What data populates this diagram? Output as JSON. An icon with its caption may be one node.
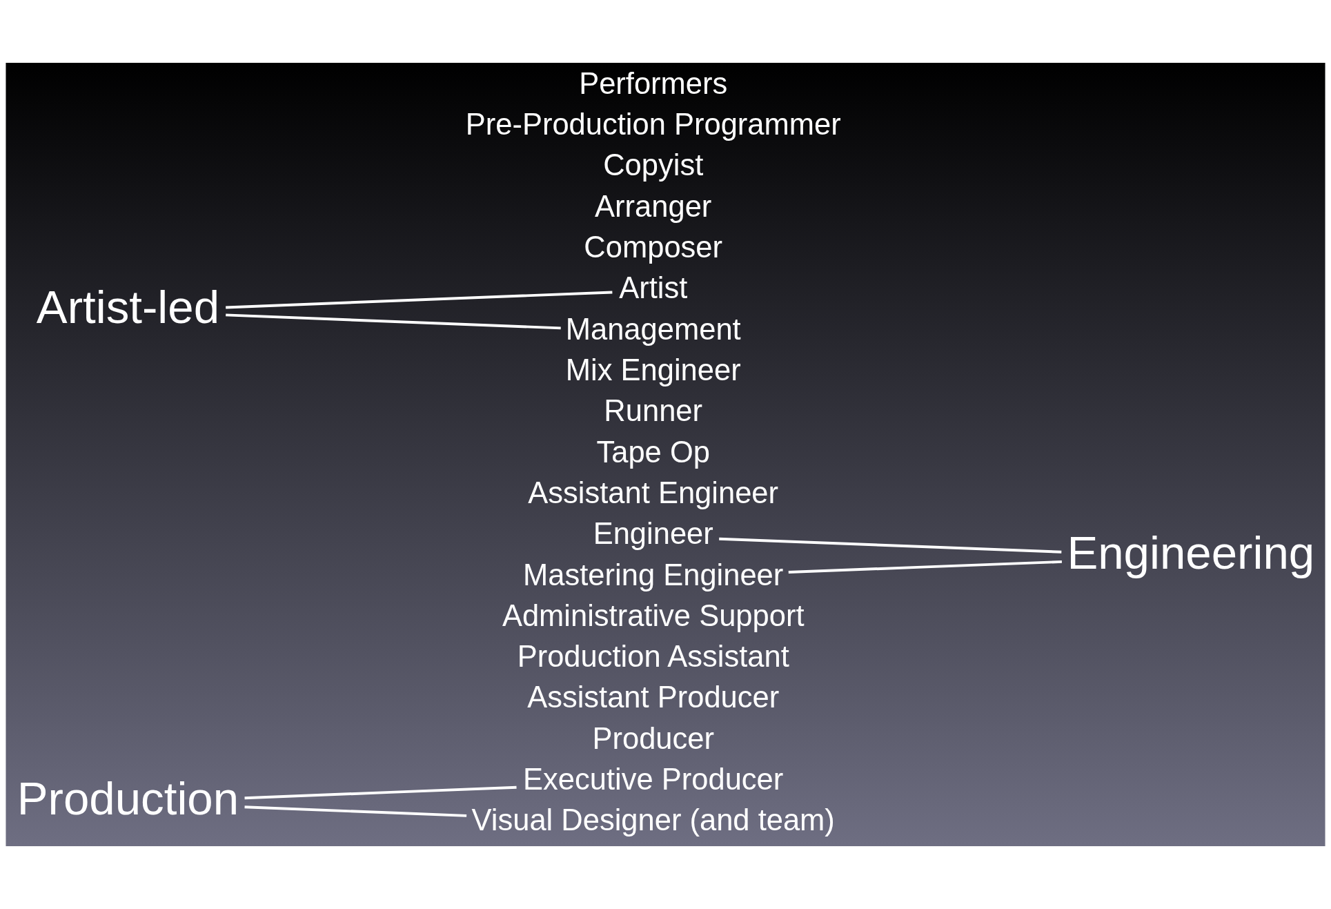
{
  "diagram": {
    "nodes": [
      {
        "text": [
          "Production"
        ]
      },
      {
        "text": [
          "Executive Producer"
        ]
      },
      {
        "text": [
          "Producer"
        ]
      },
      {
        "text": [
          "Assistant Producer"
        ]
      },
      {
        "text": [
          "Production Assistant"
        ]
      },
      {
        "text": [
          "Administrative Support"
        ]
      },
      {
        "text": [
          "Visual Designer (and team)"
        ]
      },
      {
        "text": [
          "Engineer"
        ]
      },
      {
        "text": [
          "Assistant Engineer"
        ]
      },
      {
        "text": [
          "Tape Op"
        ]
      },
      {
        "text": [
          "Runner"
        ]
      },
      {
        "text": [
          "Mix Engineer"
        ]
      },
      {
        "text": [
          "Mastering Engineer"
        ]
      },
      {
        "text": [
          "Engineering"
        ]
      },
      {
        "text": [
          "Artist-led"
        ]
      },
      {
        "text": [
          "Artist"
        ]
      },
      {
        "text": [
          "Composer"
        ]
      },
      {
        "text": [
          "Arranger"
        ]
      },
      {
        "text": [
          "Copyist"
        ]
      },
      {
        "text": [
          "Pre-Production Programmer"
        ]
      },
      {
        "text": [
          "Performers"
        ]
      },
      {
        "text": [
          "Management"
        ]
      }
    ],
    "edges": [
      {
        "from": 0,
        "to": 1,
        "arrow": "none"
      },
      {
        "from": 0,
        "to": 6,
        "arrow": "none"
      },
      {
        "from": 7,
        "to": 13,
        "arrow": "none"
      },
      {
        "from": 12,
        "to": 13,
        "arrow": "none"
      },
      {
        "from": 14,
        "to": 15,
        "arrow": "none"
      },
      {
        "from": 14,
        "to": 21,
        "arrow": "none"
      }
    ]
  }
}
